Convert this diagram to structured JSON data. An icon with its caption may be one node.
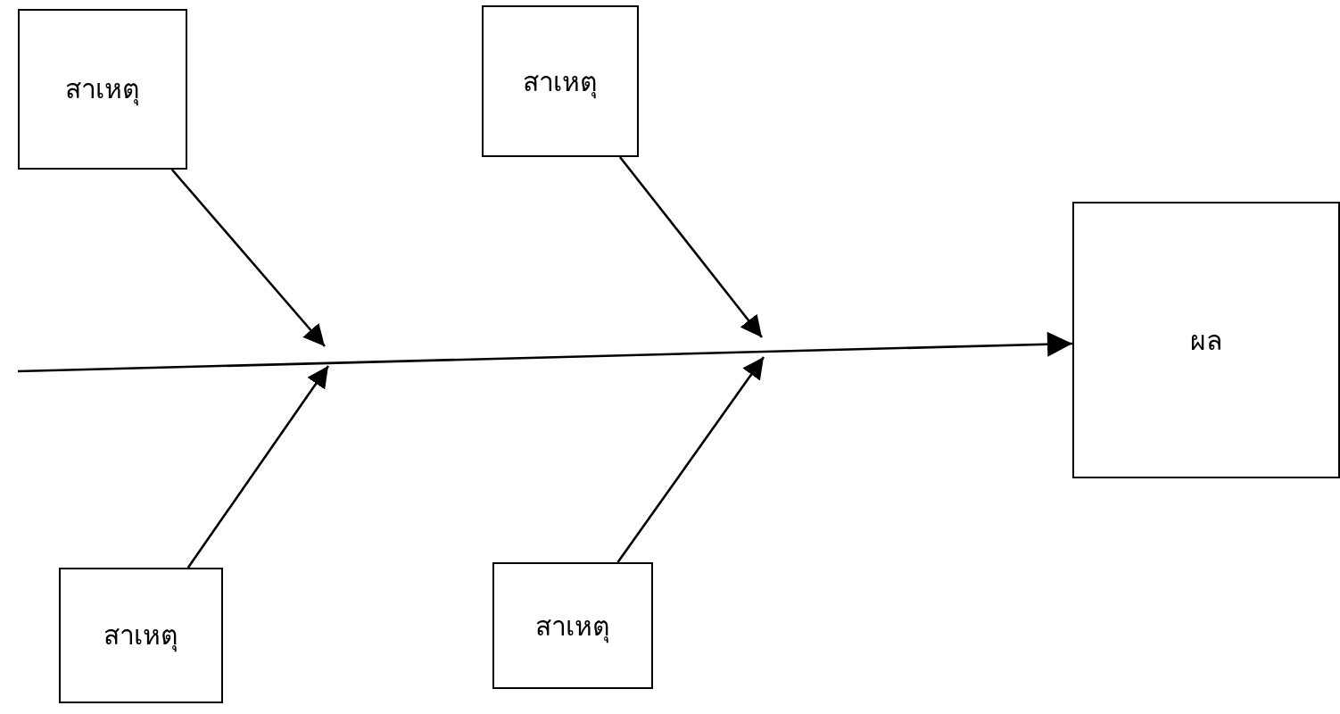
{
  "diagram": {
    "nodes": [
      {
        "text": [
          "สาเหตุ"
        ]
      },
      {
        "text": [
          "สาเหตุ"
        ]
      },
      {
        "text": [
          "ผล"
        ]
      },
      {
        "text": [
          "สาเหตุ"
        ]
      },
      {
        "text": [
          "สาเหตุ"
        ]
      }
    ],
    "edges": [
      {
        "from": null,
        "to": 2,
        "arrow": "to"
      },
      {
        "from": 0,
        "to": null,
        "arrow": "to"
      },
      {
        "from": 3,
        "to": null,
        "arrow": "to"
      },
      {
        "from": 1,
        "to": null,
        "arrow": "to"
      },
      {
        "from": 4,
        "to": null,
        "arrow": "to"
      }
    ]
  }
}
